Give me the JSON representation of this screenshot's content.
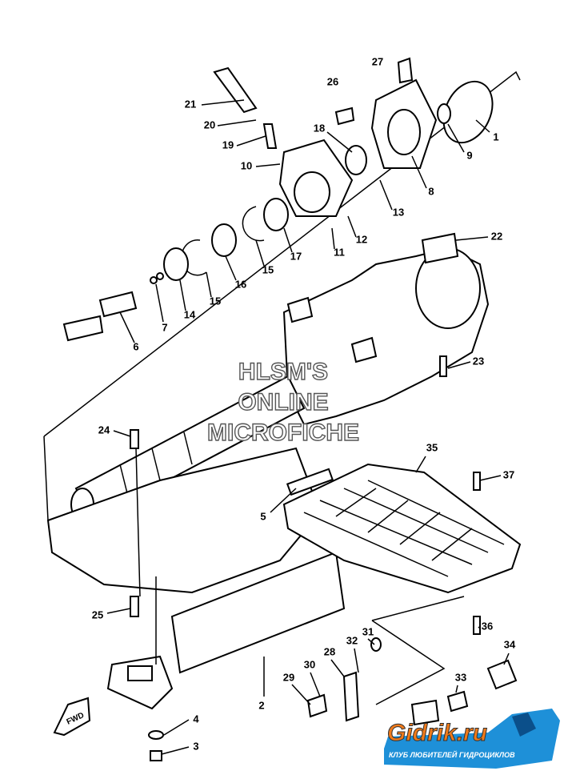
{
  "diagram": {
    "labels": [
      "27",
      "26",
      "21",
      "20",
      "19",
      "18",
      "1",
      "9",
      "10",
      "8",
      "13",
      "12",
      "11",
      "17",
      "22",
      "15",
      "16",
      "15",
      "14",
      "7",
      "6",
      "23",
      "24",
      "35",
      "37",
      "5",
      "25",
      "36",
      "31",
      "34",
      "32",
      "28",
      "30",
      "29",
      "33",
      "2",
      "4",
      "3"
    ],
    "watermark": [
      "HLSM'S",
      "ONLINE",
      "MICROFICHE"
    ],
    "fwd_marker": "FWD",
    "logo": {
      "title": "Gidrik.ru",
      "subtitle": "КЛУБ ЛЮБИТЕЛЕЙ ГИДРОЦИКЛОВ",
      "orange": "#f07a1a",
      "blue": "#1e90d8"
    }
  }
}
